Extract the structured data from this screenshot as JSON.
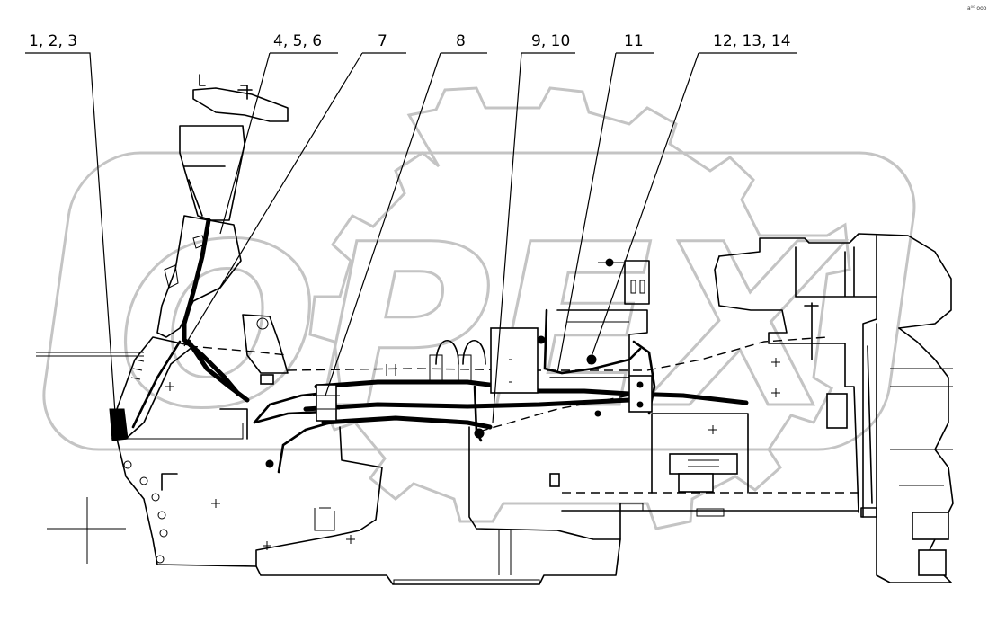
{
  "watermark": {
    "text": "OPEX",
    "color": "#c4c4c4"
  },
  "corner_code": "a⁰⁰ ooo",
  "callouts": [
    {
      "id": "c1",
      "label": "1, 2, 3"
    },
    {
      "id": "c2",
      "label": "4, 5, 6"
    },
    {
      "id": "c3",
      "label": "7"
    },
    {
      "id": "c4",
      "label": "8"
    },
    {
      "id": "c5",
      "label": "9, 10"
    },
    {
      "id": "c6",
      "label": "11"
    },
    {
      "id": "c7",
      "label": "12, 13, 14"
    }
  ]
}
